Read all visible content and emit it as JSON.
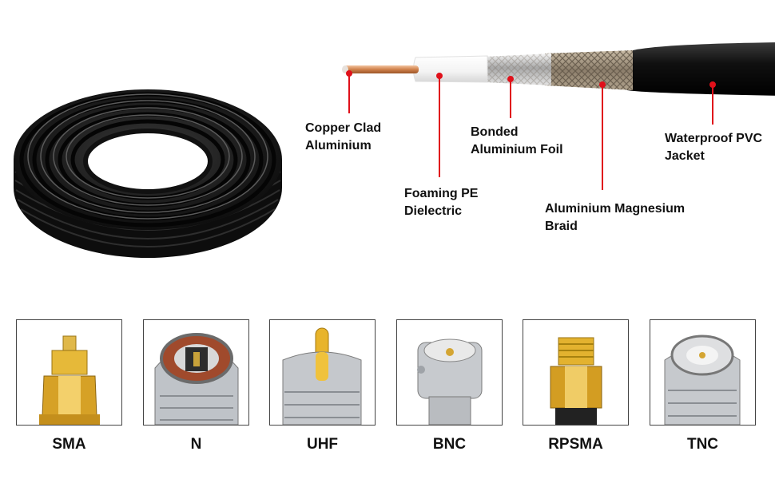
{
  "layers": [
    {
      "lines": [
        "Copper Clad",
        "Aluminium"
      ]
    },
    {
      "lines": [
        "Foaming PE",
        "Dielectric"
      ]
    },
    {
      "lines": [
        "Bonded",
        "Aluminium Foil"
      ]
    },
    {
      "lines": [
        "Aluminium Magnesium",
        "Braid"
      ]
    },
    {
      "lines": [
        "Waterproof PVC",
        "Jacket"
      ]
    }
  ],
  "connectors": [
    {
      "name": "SMA",
      "style": "gold-hex"
    },
    {
      "name": "N",
      "style": "silver-n"
    },
    {
      "name": "UHF",
      "style": "silver-uhf"
    },
    {
      "name": "BNC",
      "style": "silver-bnc"
    },
    {
      "name": "RPSMA",
      "style": "gold-rp"
    },
    {
      "name": "TNC",
      "style": "silver-tnc"
    }
  ],
  "colors": {
    "callout": "#e0101a",
    "jacket": "#111111",
    "copper": "#d98a52",
    "gold": "#d8a52a",
    "silver": "#c9ccd0"
  }
}
